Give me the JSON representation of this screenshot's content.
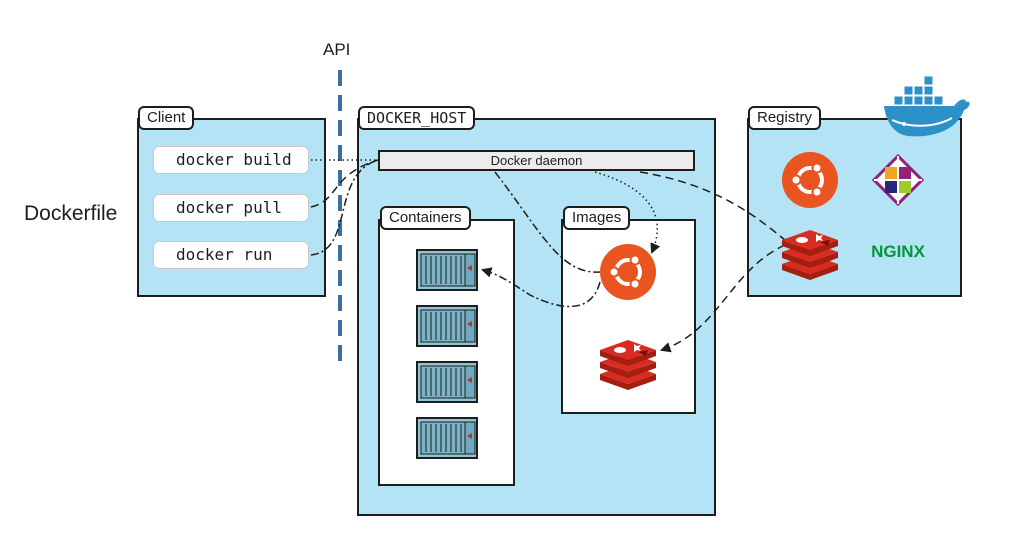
{
  "api_label": "API",
  "dockerfile_label": "Dockerfile",
  "client": {
    "title": "Client",
    "commands": [
      "docker build",
      "docker pull",
      "docker run"
    ]
  },
  "docker_host": {
    "title": "DOCKER_HOST",
    "daemon_label": "Docker daemon",
    "containers_title": "Containers",
    "images_title": "Images"
  },
  "registry": {
    "title": "Registry",
    "nginx_logo_text": "NGINX"
  },
  "colors": {
    "panel_fill": "#b3e3f5",
    "api_line": "#3a6ea5",
    "ubuntu": "#e95420",
    "redis": "#d0291e",
    "container": "#8fc4d6",
    "nginx": "#009639"
  }
}
